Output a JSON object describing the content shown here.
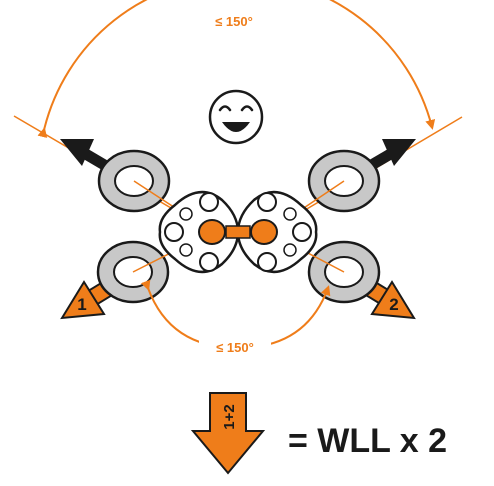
{
  "diagram": {
    "top_angle_label": "≤ 150°",
    "bottom_angle_label": "≤ 150°",
    "leg_left_label": "1",
    "leg_right_label": "2",
    "combined_arrow_label": "1+2",
    "formula": "= WLL x 2",
    "icons": {
      "smiley": "smiley-face-icon",
      "down_arrow": "down-arrow-icon"
    },
    "colors": {
      "accent": "#ef7d1a",
      "dark": "#1a1a1a",
      "ring": "#c8c8c8"
    }
  }
}
